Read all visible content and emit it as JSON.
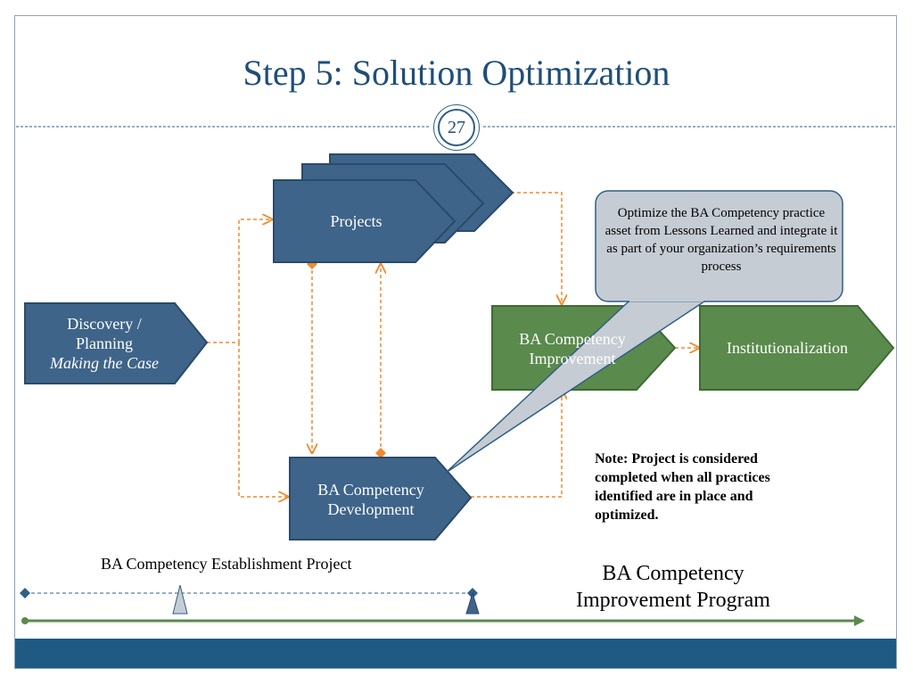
{
  "slide": {
    "title": "Step 5: Solution Optimization",
    "page_number": "27"
  },
  "nodes": {
    "projects": "Projects",
    "discovery_line1": "Discovery /",
    "discovery_line2": "Planning",
    "discovery_line3": "Making the Case",
    "ba_development_line1": "BA Competency",
    "ba_development_line2": "Development",
    "ba_improvement_line1": "BA Competency",
    "ba_improvement_line2": "Improvement",
    "institutionalization": "Institutionalization"
  },
  "callout": {
    "text": "Optimize the BA Competency practice asset from Lessons Learned and integrate it as part of your organization’s requirements process"
  },
  "note": {
    "text": "Note:  Project is considered completed when all practices identified are in place and optimized."
  },
  "timeline": {
    "establishment_label": "BA Competency Establishment Project",
    "program_label_line1": "BA Competency",
    "program_label_line2": "Improvement Program"
  },
  "colors": {
    "blue_box": "#3e6489",
    "green_box": "#5a8a4c",
    "connector": "#f08a2c",
    "callout_fill": "#c6ccd4",
    "title": "#1f4e79",
    "footer": "#1f5a85"
  }
}
